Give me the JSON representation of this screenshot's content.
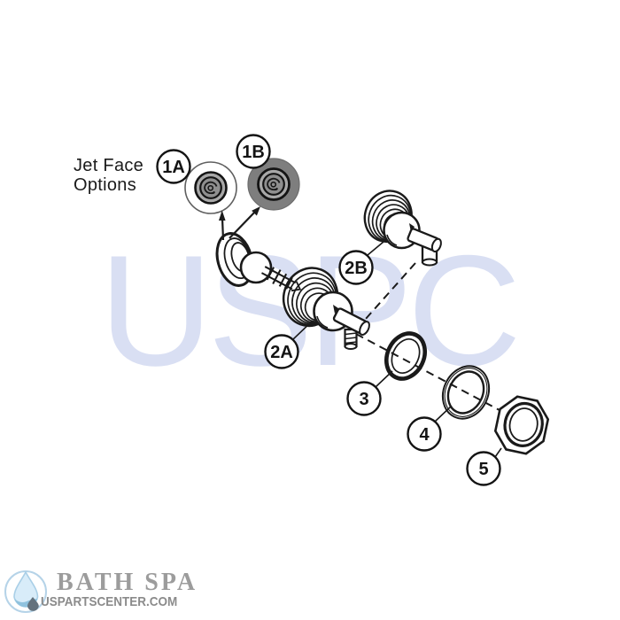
{
  "note": {
    "line1": "Jet Face",
    "line2": "Options"
  },
  "watermark": {
    "text": "USPC",
    "color": "#d9dff3"
  },
  "callouts": {
    "c1a": "1A",
    "c1b": "1B",
    "c2a": "2A",
    "c2b": "2B",
    "c3": "3",
    "c4": "4",
    "c5": "5"
  },
  "footer": {
    "brand": "BATH SPA",
    "site": "USPARTSCENTER.COM"
  },
  "colors": {
    "line": "#1a1a1a",
    "watermark_blue": "#d9dff3",
    "jet_face_dark": "#7e7e7e",
    "jet_face_ring": "#a8a8a8",
    "jet_face_center": "#8f8f8f",
    "logo_circle_blue": "#b5d3e8",
    "logo_drop_light": "#d8ecf9",
    "logo_drop_shadow": "#8fc2de",
    "logo_text_gray": "#9c9c9c"
  }
}
